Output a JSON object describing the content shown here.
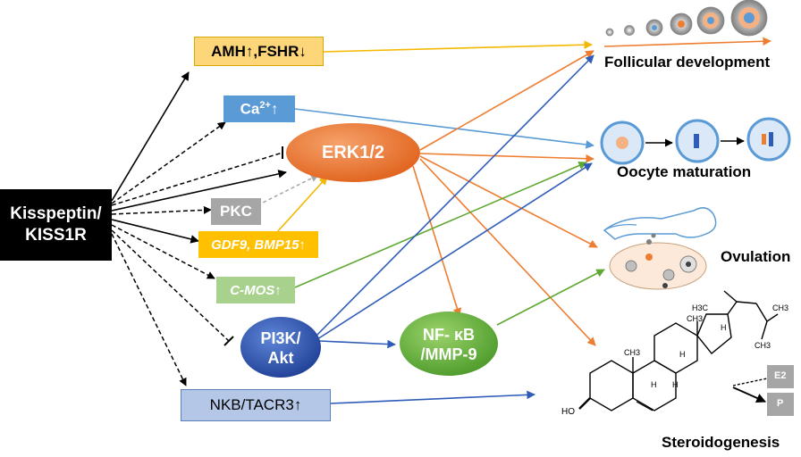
{
  "nodes": {
    "kisspeptin_line1": "Kisspeptin/",
    "kisspeptin_line2": "KISS1R",
    "amh": "AMH↑,FSHR↓",
    "ca_base": "Ca",
    "ca_sup": "2+",
    "ca_arrow": "↑",
    "erk": "ERK1/2",
    "pkc": "PKC",
    "gdf9": "GDF9, BMP15↑",
    "cmos": "C-MOS↑",
    "pi3k_line1": "PI3K/",
    "pi3k_line2": "Akt",
    "nfkb_line1": "NF- κB",
    "nfkb_line2": "/MMP-9",
    "nkb": "NKB/TACR3↑"
  },
  "outcomes": {
    "follicular": "Follicular development",
    "oocyte": "Oocyte maturation",
    "ovulation": "Ovulation",
    "steroidogenesis": "Steroidogenesis"
  },
  "steroid": {
    "h3c": "H3C",
    "ch3_a": "CH3",
    "ch3_b": "CH3",
    "ch3_c": "CH3",
    "ch3_d": "CH3",
    "h1": "H",
    "h2": "H",
    "h3": "H",
    "h4": "H",
    "ho": "HO",
    "e2": "E2",
    "p": "P"
  },
  "colors": {
    "orange": "#ed7d31",
    "blue": "#2e5cb8",
    "green": "#5fa832",
    "yellow": "#f5b800",
    "lightblue": "#5b9bd5",
    "black": "#000000",
    "gray": "#a6a6a6"
  }
}
